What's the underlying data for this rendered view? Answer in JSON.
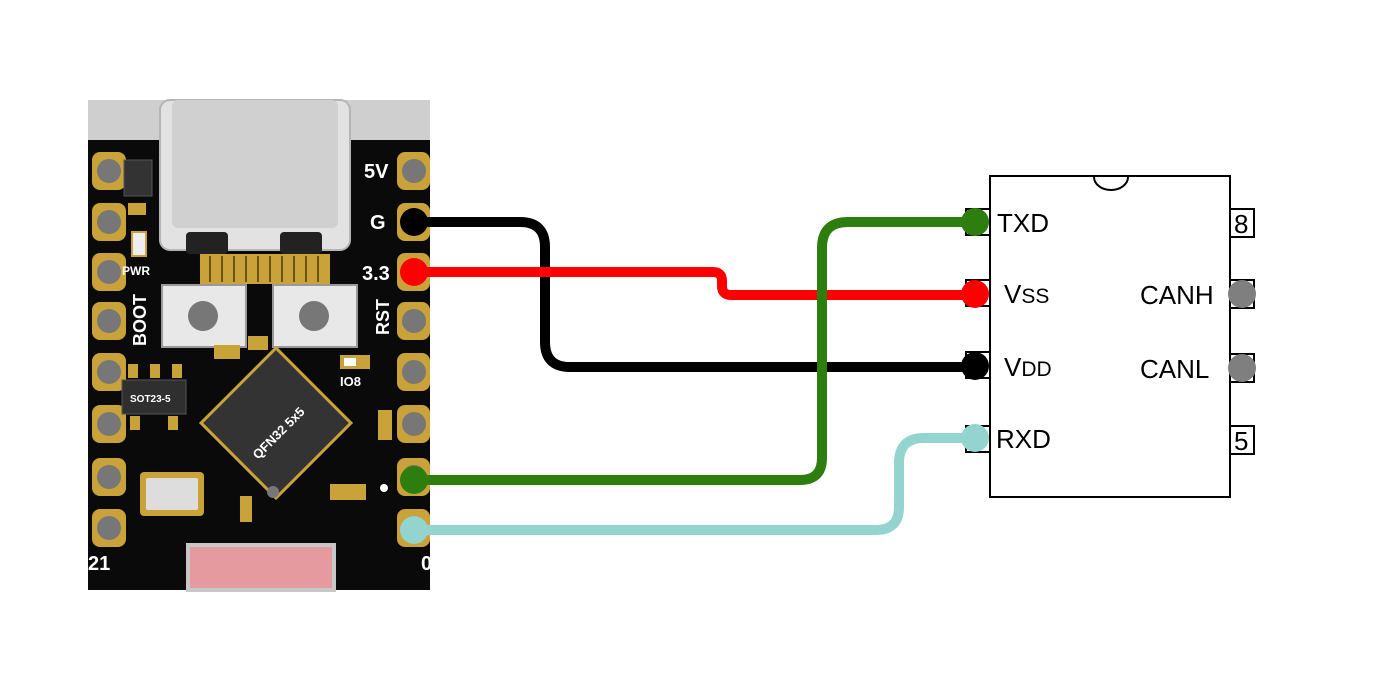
{
  "board": {
    "pin_5v": "5V",
    "pin_gnd": "G",
    "pin_33": "3.3",
    "pin_rst": "RST",
    "pin_boot": "BOOT",
    "pwr_label": "PWR",
    "io8_label": "IO8",
    "sot_label": "SOT23-5",
    "mcu_label": "QFN32 5x5",
    "pin_21": "21",
    "pin_0": "0"
  },
  "transceiver": {
    "pins_left": [
      {
        "label": "TXD"
      },
      {
        "label_big": "V",
        "label_small": "SS"
      },
      {
        "label_big": "V",
        "label_small": "DD"
      },
      {
        "label": "RXD"
      }
    ],
    "pins_right": [
      {
        "label": "8"
      },
      {
        "label": "CANH"
      },
      {
        "label": "CANL"
      },
      {
        "label": "5"
      }
    ]
  },
  "colors": {
    "pcb": "#0a0a0a",
    "pad": "#c9a23a",
    "gnd_wire": "#000000",
    "power_wire": "#ff0000",
    "txd_wire": "#2e7d0f",
    "rxd_wire": "#94d4cf",
    "nc_pin": "#7f7f7f",
    "usb": "#d8d8d8",
    "antenna": "#e59aa0"
  }
}
